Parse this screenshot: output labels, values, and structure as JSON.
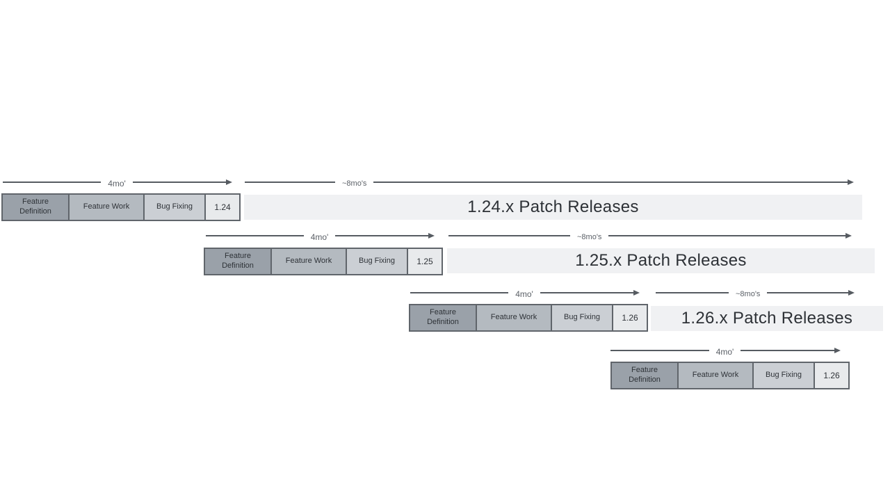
{
  "diagram": {
    "description": "Release cadence diagram with overlapping version cycles",
    "colors": {
      "phase_feature_definition": "#9aa1a9",
      "phase_feature_work": "#b4bac0",
      "phase_bug_fixing": "#cbcfd4",
      "version_box": "#e8eaec",
      "box_border": "#60656b",
      "patch_bar": "#f0f1f3",
      "arrow": "#565b61",
      "duration_label_text": "#5b6067",
      "patch_bar_text": "#2d3136",
      "background": "#ffffff"
    },
    "rows": [
      {
        "version": "1.24",
        "cycle_duration_label": "4mo'",
        "patch_duration_label": "~8mo's",
        "patch_bar_label": "1.24.x Patch Releases",
        "phases": [
          "Feature Definition",
          "Feature Work",
          "Bug Fixing"
        ]
      },
      {
        "version": "1.25",
        "cycle_duration_label": "4mo'",
        "patch_duration_label": "~8mo's",
        "patch_bar_label": "1.25.x Patch Releases",
        "phases": [
          "Feature Definition",
          "Feature Work",
          "Bug Fixing"
        ]
      },
      {
        "version": "1.26",
        "cycle_duration_label": "4mo'",
        "patch_duration_label": "~8mo's",
        "patch_bar_label": "1.26.x Patch Releases",
        "phases": [
          "Feature Definition",
          "Feature Work",
          "Bug Fixing"
        ]
      },
      {
        "version": "1.26",
        "cycle_duration_label": "4mo'",
        "phases": [
          "Feature Definition",
          "Feature Work",
          "Bug Fixing"
        ]
      }
    ]
  }
}
